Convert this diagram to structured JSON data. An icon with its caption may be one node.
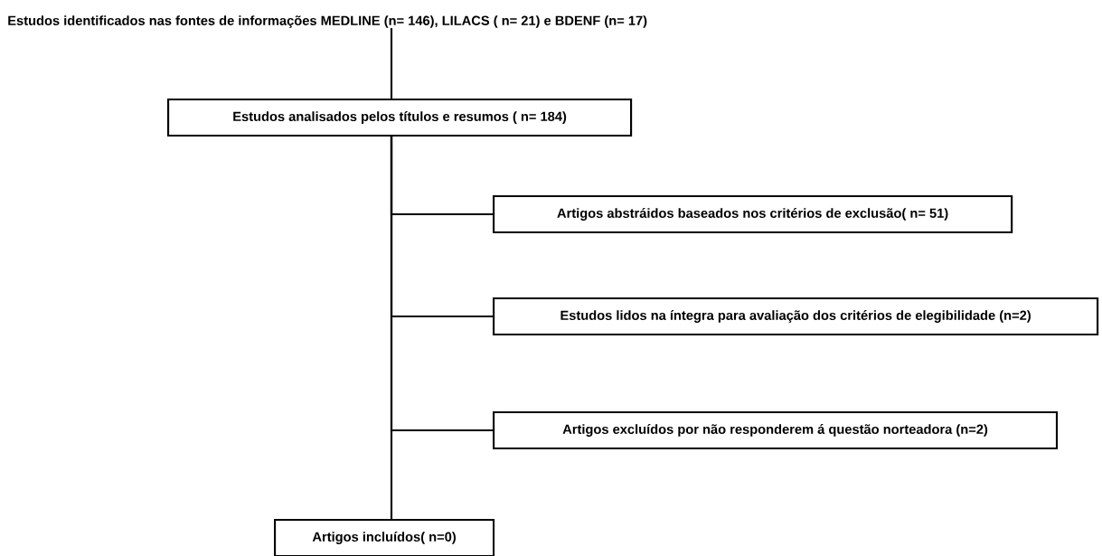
{
  "diagram": {
    "nodes": [
      {
        "text": [
          "Estudos identificados nas fontes de informações MEDLINE (n= 146), LILACS ( n= 21) e BDENF (n= 17)"
        ]
      },
      {
        "text": [
          "Estudos analisados pelos títulos e resumos ( n= 184)"
        ]
      },
      {
        "text": [
          "Artigos abstráidos baseados nos critérios de exclusão( n= 51)"
        ]
      },
      {
        "text": [
          "Estudos lidos na íntegra para avaliação dos critérios de elegibilidade (n=2)"
        ]
      },
      {
        "text": [
          "Artigos excluídos por não responderem á questão norteadora (n=2)"
        ]
      },
      {
        "text": [
          "Artigos incluídos( n=0)"
        ]
      }
    ],
    "edges": [
      {
        "from": 0,
        "to": 1,
        "arrow": "none"
      },
      {
        "from": 1,
        "to": 2,
        "arrow": "none"
      },
      {
        "from": 1,
        "to": 3,
        "arrow": "none"
      },
      {
        "from": 1,
        "to": 4,
        "arrow": "none"
      },
      {
        "from": 1,
        "to": 5,
        "arrow": "none"
      }
    ]
  }
}
